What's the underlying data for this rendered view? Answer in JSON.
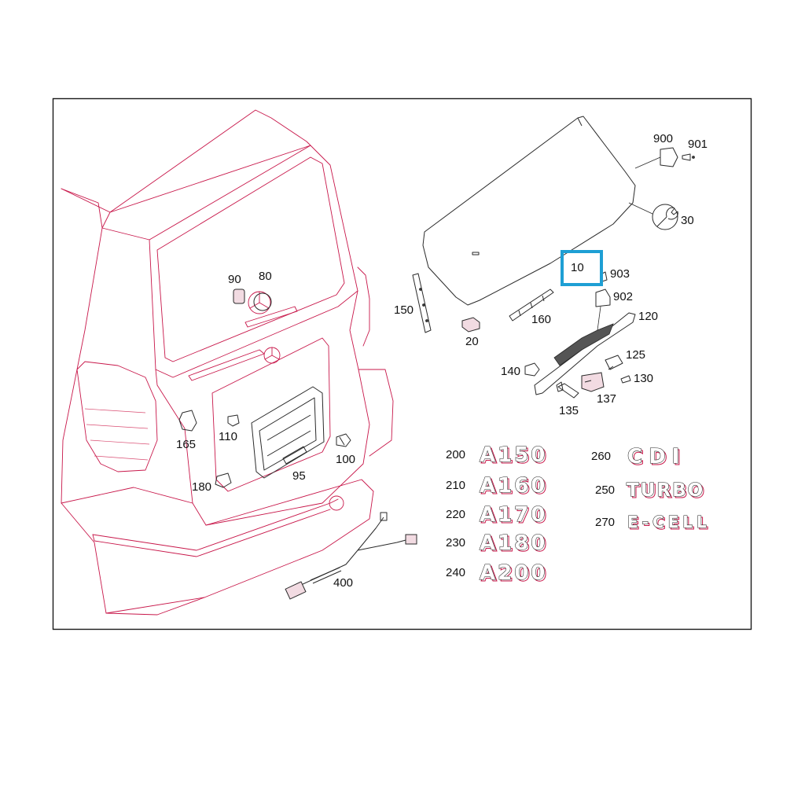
{
  "parts": {
    "p10": "10",
    "p20": "20",
    "p30": "30",
    "p80": "80",
    "p90": "90",
    "p95": "95",
    "p100": "100",
    "p110": "110",
    "p120": "120",
    "p125": "125",
    "p130": "130",
    "p135": "135",
    "p137": "137",
    "p140": "140",
    "p150": "150",
    "p160": "160",
    "p165": "165",
    "p180": "180",
    "p400": "400",
    "p900": "900",
    "p901": "901",
    "p902": "902",
    "p903": "903"
  },
  "badges": [
    {
      "number": "200",
      "text": "A150"
    },
    {
      "number": "210",
      "text": "A160"
    },
    {
      "number": "220",
      "text": "A170"
    },
    {
      "number": "230",
      "text": "A180"
    },
    {
      "number": "240",
      "text": "A200"
    },
    {
      "number": "260",
      "text": "CDI"
    },
    {
      "number": "250",
      "text": "TURBO"
    },
    {
      "number": "270",
      "text": "E-CELL"
    }
  ],
  "highlighted_part": "10",
  "colors": {
    "car_outline": "#c8174a",
    "part_outline": "#2a2a2a",
    "highlight": "#1e9fd4"
  }
}
